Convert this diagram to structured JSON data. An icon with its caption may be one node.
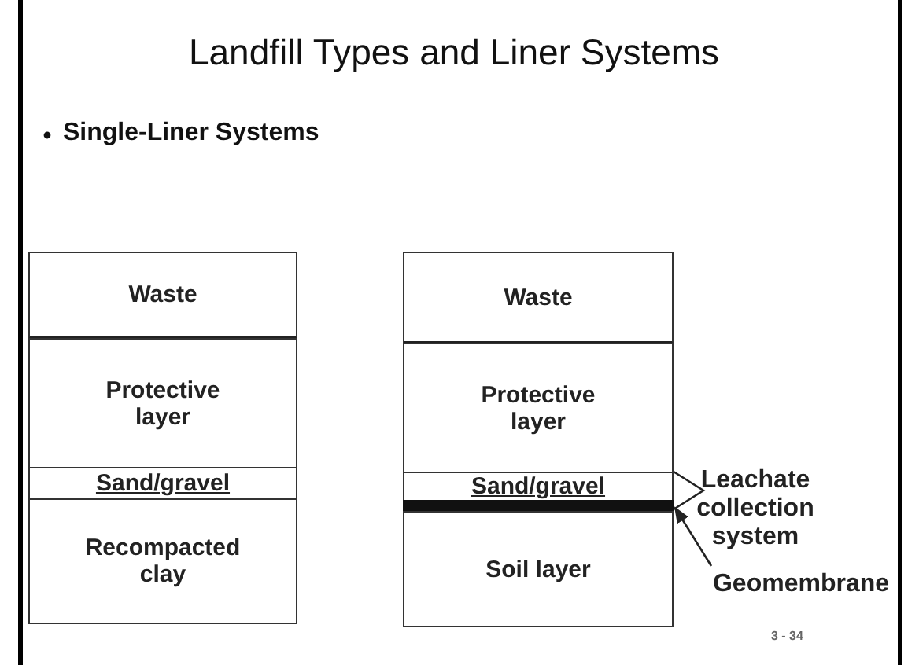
{
  "diagram": {
    "title": "Landfill Types and Liner Systems",
    "nodes": [
      {
        "text": [
          "Waste"
        ]
      },
      {
        "text": [
          "Protective layer"
        ]
      },
      {
        "text": [
          "Sand/gravel"
        ]
      },
      {
        "text": [
          "Recompacted clay"
        ]
      },
      {
        "text": [
          "Waste"
        ]
      },
      {
        "text": [
          "Protective layer"
        ]
      },
      {
        "text": [
          "Sand/gravel"
        ]
      },
      {
        "text": [],
        "shape": "bar"
      },
      {
        "text": [
          "Soil layer"
        ]
      },
      {
        "text": [
          "Leachate collection system"
        ]
      },
      {
        "text": [
          "Geomembrane"
        ]
      }
    ],
    "edges": [
      {
        "from": 10,
        "to": 7,
        "arrow": "to"
      }
    ],
    "labels": [
      "Single-Liner Systems",
      "3 - 34"
    ]
  }
}
